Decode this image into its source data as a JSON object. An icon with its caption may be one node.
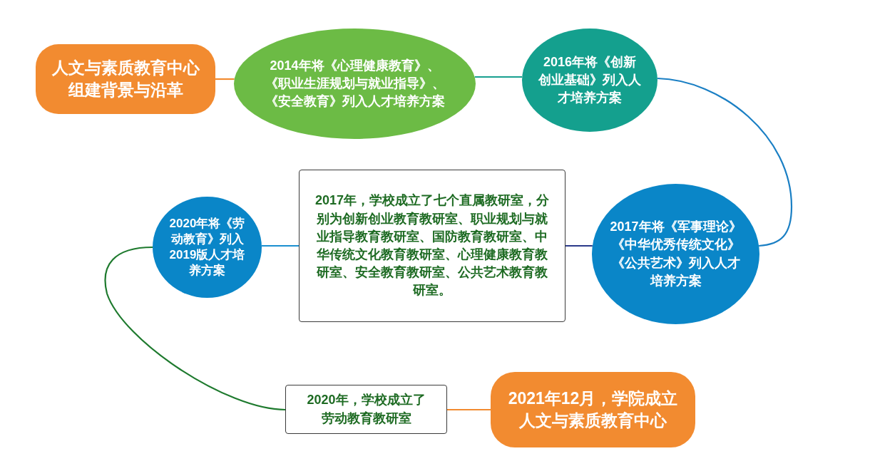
{
  "diagram": {
    "nodes": [
      {
        "text": [
          "人文与素质教育中心组建背景与沿革"
        ]
      },
      {
        "text": [
          "2014年将《心理健康教育》、《职业生涯规划与就业指导》、《安全教育》列入人才培养方案"
        ]
      },
      {
        "text": [
          "2016年将《创新创业基础》列入人才培养方案"
        ]
      },
      {
        "text": [
          "2017年将《军事理论》《中华优秀传统文化》《公共艺术》列入人才培养方案"
        ]
      },
      {
        "text": [
          "2017年，学校成立了七个直属教研室，分别为创新创业教育教研室、职业规划与就业指导教育教研室、国防教育教研室、中华传统文化教育教研室、心理健康教育教研室、安全教育教研室、公共艺术教育教研室。"
        ]
      },
      {
        "text": [
          "2020年将《劳动教育》列入2019版人才培养方案"
        ]
      },
      {
        "text": [
          "2020年，学校成立了劳动教育教研室"
        ]
      },
      {
        "text": [
          "2021年12月，学院成立人文与素质教育中心"
        ]
      }
    ],
    "edges": [
      {
        "from": 0,
        "to": 1,
        "arrow": "none",
        "color": "#f28b30"
      },
      {
        "from": 1,
        "to": 2,
        "arrow": "none",
        "color": "#17a08f"
      },
      {
        "from": 2,
        "to": 3,
        "arrow": "none",
        "color": "#1a7fc4"
      },
      {
        "from": 3,
        "to": 4,
        "arrow": "none",
        "color": "#2b3a8a"
      },
      {
        "from": 4,
        "to": 5,
        "arrow": "none",
        "color": "#1a8fd0"
      },
      {
        "from": 5,
        "to": 6,
        "arrow": "none",
        "color": "#1e7a2e"
      },
      {
        "from": 6,
        "to": 7,
        "arrow": "none",
        "color": "#f28b30"
      }
    ]
  }
}
